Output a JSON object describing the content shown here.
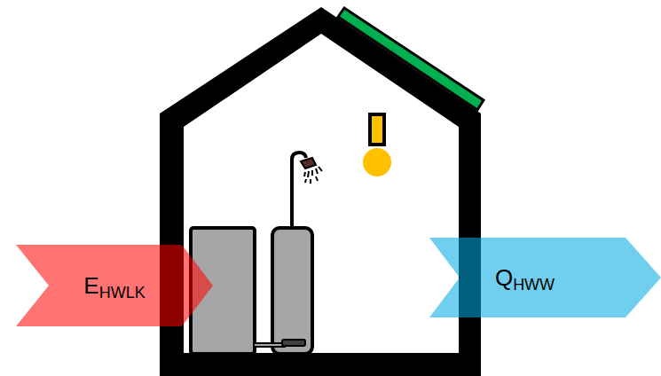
{
  "diagram": {
    "nodes": [
      {
        "text": [
          "E",
          "HWLK"
        ]
      },
      {
        "text": [
          "Q",
          "HWW"
        ]
      }
    ]
  }
}
